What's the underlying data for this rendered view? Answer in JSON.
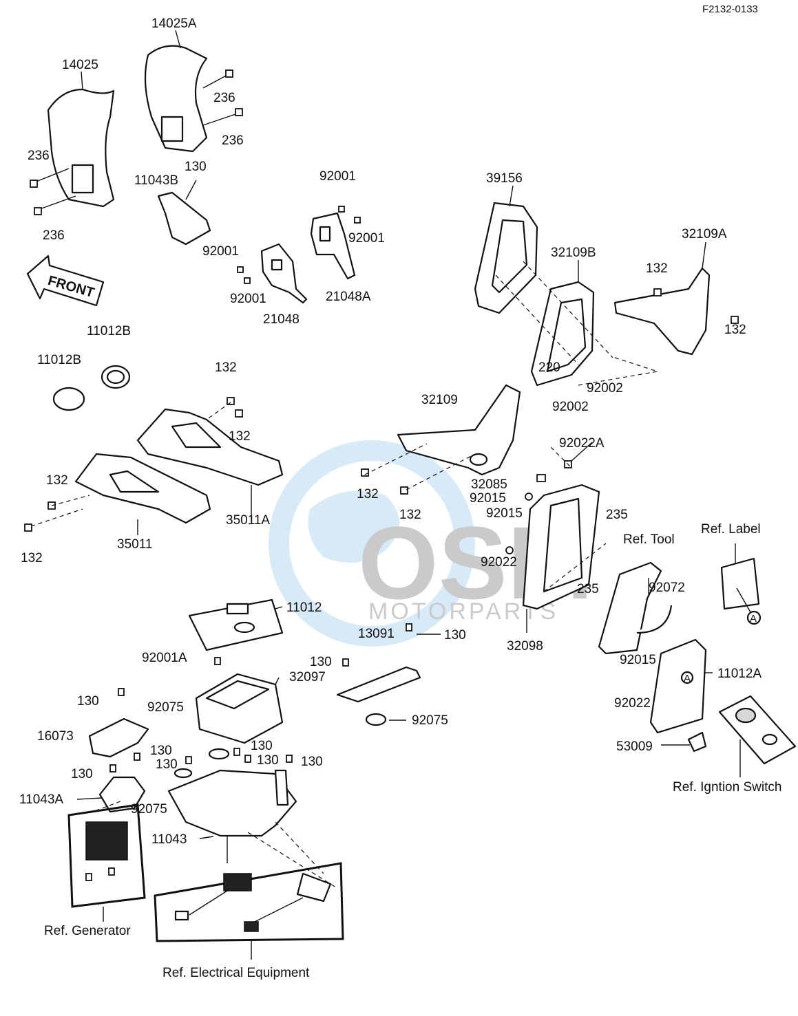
{
  "diagram": {
    "code": "F2132-0133",
    "front_label": "FRONT",
    "watermark": {
      "brand": "OSM",
      "sub": "MOTORPARTS"
    },
    "labels": {
      "l14025A": "14025A",
      "l14025": "14025",
      "l236a": "236",
      "l236b": "236",
      "l236c": "236",
      "l236d": "236",
      "l11043B": "11043B",
      "l130a": "130",
      "l92001a": "92001",
      "l92001b": "92001",
      "l92001c": "92001",
      "l92001d": "92001",
      "l21048": "21048",
      "l21048A": "21048A",
      "l39156": "39156",
      "l32109B": "32109B",
      "l32109A": "32109A",
      "l132a": "132",
      "l132b": "132",
      "l11012Ba": "11012B",
      "l11012Bb": "11012B",
      "l132c": "132",
      "l132d": "132",
      "l220": "220",
      "l92002a": "92002",
      "l92002b": "92002",
      "l32109": "32109",
      "l92022A": "92022A",
      "l32085": "32085",
      "l92015a": "92015",
      "l92015b": "92015",
      "l235a": "235",
      "lRefTool": "Ref. Tool",
      "lRefLabel": "Ref. Label",
      "l132e": "132",
      "l132f": "132",
      "l132g": "132",
      "l132h": "132",
      "l35011A": "35011A",
      "l35011": "35011",
      "l92022a": "92022",
      "l235b": "235",
      "l92072": "92072",
      "l11012": "11012",
      "l13091": "13091",
      "l130b": "130",
      "l32098": "32098",
      "l92001A": "92001A",
      "l130c": "130",
      "l32097": "32097",
      "l92015c": "92015",
      "l11012A": "11012A",
      "l130d": "130",
      "l92075a": "92075",
      "l92075b": "92075",
      "l92022b": "92022",
      "l16073": "16073",
      "l130e": "130",
      "l130f": "130",
      "l130g": "130",
      "l130h": "130",
      "l130i": "130",
      "l130j": "130",
      "l53009": "53009",
      "l11043A": "11043A",
      "l92075c": "92075",
      "lRefIgnition": "Ref. Igntion Switch",
      "l11043": "11043",
      "lRefGenerator": "Ref. Generator",
      "lRefElectrical": "Ref. Electrical Equipment",
      "lA1": "A",
      "lA2": "A"
    }
  }
}
